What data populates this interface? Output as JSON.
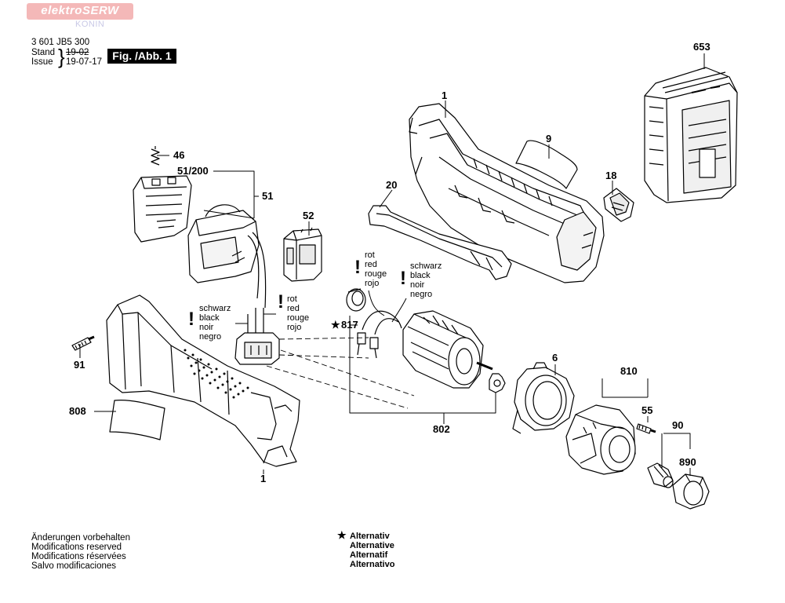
{
  "header": {
    "logo_text": "elektroSERW",
    "logo_sub": "KONIN",
    "model_number": "3 601 JB5 300",
    "stand_label": "Stand",
    "issue_label": "Issue",
    "old_date": "19-02",
    "new_date": "19-07-17",
    "figure_label": "Fig. /Abb. 1"
  },
  "parts": {
    "p653": "653",
    "p1_top": "1",
    "p9": "9",
    "p18": "18",
    "p20": "20",
    "p46": "46",
    "p51_200": "51/200",
    "p51": "51",
    "p52": "52",
    "p91": "91",
    "p808": "808",
    "p817": "817",
    "p802": "802",
    "p6": "6",
    "p810": "810",
    "p55": "55",
    "p90": "90",
    "p890": "890",
    "p1_bottom": "1"
  },
  "wire_labels": {
    "left_black": [
      "schwarz",
      "black",
      "noir",
      "negro"
    ],
    "left_red": [
      "rot",
      "red",
      "rouge",
      "rojo"
    ],
    "motor_red": [
      "rot",
      "red",
      "rouge",
      "rojo"
    ],
    "motor_black": [
      "schwarz",
      "black",
      "noir",
      "negro"
    ],
    "warning_glyph": "!",
    "alt_star": "★"
  },
  "footer": {
    "notes": [
      "Änderungen vorbehalten",
      "Modifications reserved",
      "Modifications réservées",
      "Salvo modificaciones"
    ],
    "alternatives": [
      "Alternativ",
      "Alternative",
      "Alternatif",
      "Alternativo"
    ]
  }
}
